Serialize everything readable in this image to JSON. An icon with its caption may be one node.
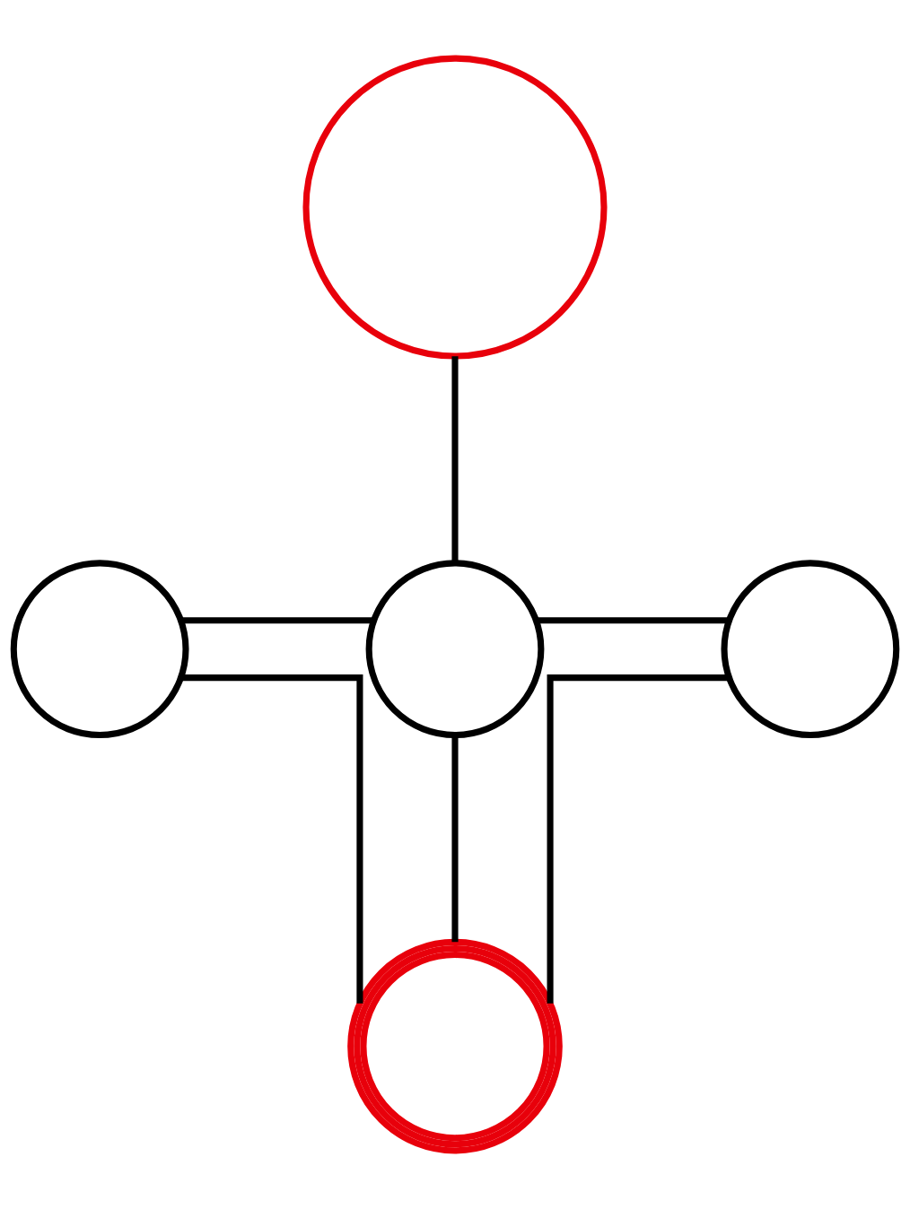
{
  "diagram": {
    "nodes": [
      {
        "text": [],
        "shape": "circle"
      },
      {
        "text": [],
        "shape": "circle"
      },
      {
        "text": [],
        "shape": "circle"
      },
      {
        "text": [],
        "shape": "circle"
      },
      {
        "text": [],
        "shape": "target"
      }
    ],
    "edges": [
      {
        "from": 0,
        "to": 2,
        "arrow": "none"
      },
      {
        "from": 1,
        "to": 2,
        "arrow": "none"
      },
      {
        "from": 2,
        "to": 3,
        "arrow": "none"
      },
      {
        "from": 1,
        "to": 4,
        "arrow": "none"
      },
      {
        "from": 2,
        "to": 4,
        "arrow": "none"
      },
      {
        "from": 3,
        "to": 4,
        "arrow": "none"
      }
    ]
  }
}
